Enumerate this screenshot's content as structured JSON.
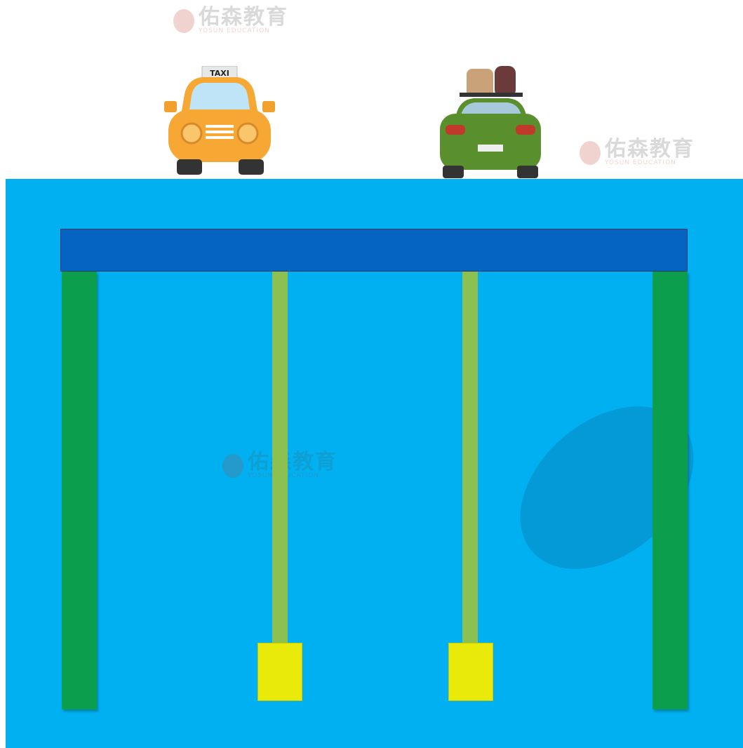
{
  "vehicles": {
    "taxi": {
      "sign_text": "TAXI",
      "body_color": "#f7a733"
    },
    "suv": {
      "body_color": "#5a8f2e"
    }
  },
  "watermark": {
    "text": "佑森教育",
    "subtext": "YOSUN EDUCATION"
  },
  "colors": {
    "water": "#00b0f0",
    "deck": "#0563c1",
    "pier": "#0a9e4d",
    "rope": "#8cc152",
    "weight": "#eaea0a"
  }
}
